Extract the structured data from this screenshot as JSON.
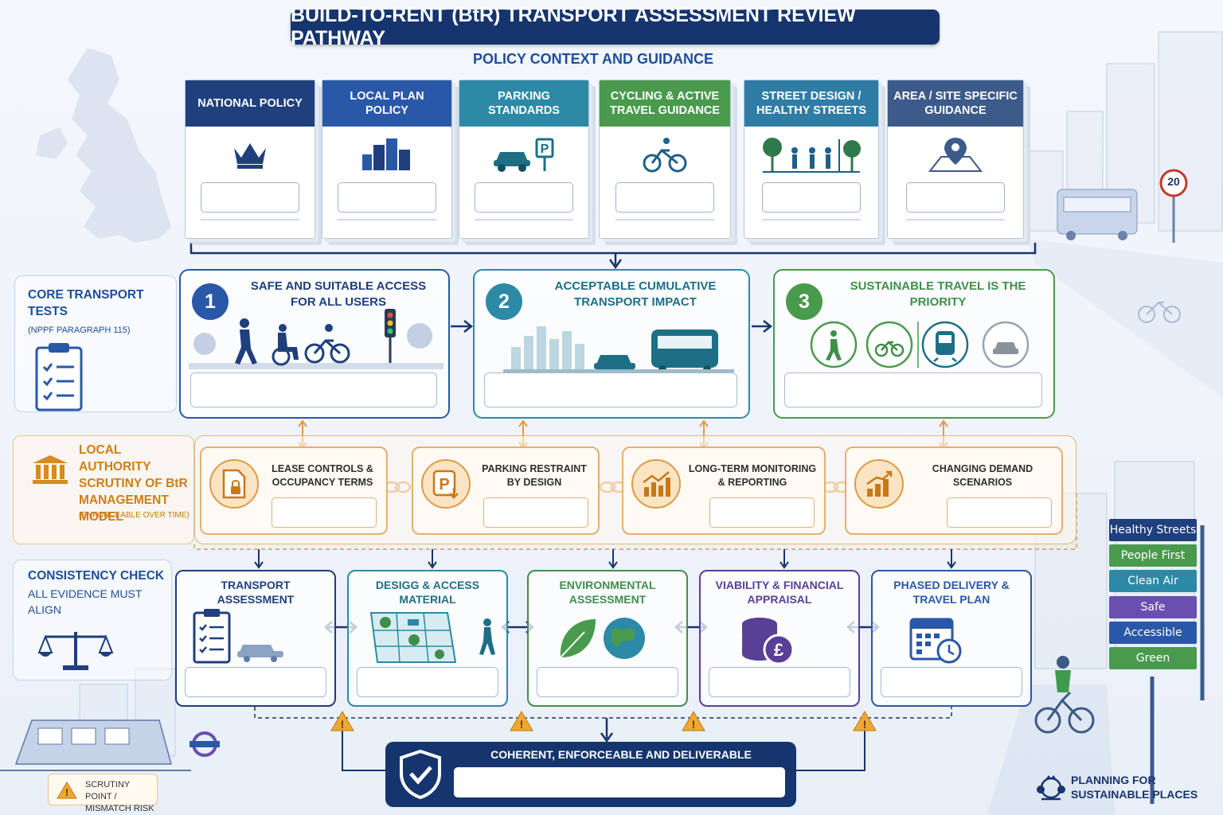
{
  "title": "BUILD-TO-RENT (BtR) TRANSPORT ASSESSMENT REVIEW PATHWAY",
  "subtitle": "POLICY CONTEXT AND GUIDANCE",
  "policy_docs": [
    {
      "label": "NATIONAL POLICY",
      "color": "#1f3f7d",
      "icon": "crown-icon"
    },
    {
      "label": "LOCAL PLAN POLICY",
      "color": "#2a58a8",
      "icon": "city-buildings-icon"
    },
    {
      "label": "PARKING STANDARDS",
      "color": "#2c8aa6",
      "icon": "car-parking-icon"
    },
    {
      "label": "CYCLING & ACTIVE TRAVEL GUIDANCE",
      "color": "#4a9a4e",
      "icon": "cyclist-icon"
    },
    {
      "label": "STREET DESIGN / HEALTHY STREETS",
      "color": "#2f7ca5",
      "icon": "street-people-icon"
    },
    {
      "label": "AREA / SITE SPECIFIC GUIDANCE",
      "color": "#3c5a8a",
      "icon": "location-pin-icon"
    }
  ],
  "core": {
    "label_title": "CORE TRANSPORT TESTS",
    "label_sub": "(NPPF PARAGRAPH 115)",
    "tests": [
      {
        "number": "1",
        "title": "SAFE AND SUITABLE ACCESS FOR ALL USERS",
        "color": "#2a58a8"
      },
      {
        "number": "2",
        "title": "ACCEPTABLE CUMULATIVE TRANSPORT IMPACT",
        "color": "#2c8aa6"
      },
      {
        "number": "3",
        "title": "SUSTAINABLE TRAVEL IS THE PRIORITY",
        "color": "#4a9a4e"
      }
    ]
  },
  "la": {
    "label_title": "LOCAL AUTHORITY SCRUTINY OF BtR MANAGEMENT MODEL",
    "label_sub": "(ENFORCEABLE OVER TIME)",
    "items": [
      {
        "title": "LEASE CONTROLS & OCCUPANCY TERMS",
        "icon": "lease-document-icon"
      },
      {
        "title": "PARKING RESTRAINT BY DESIGN",
        "icon": "parking-restraint-icon"
      },
      {
        "title": "LONG-TERM MONITORING & REPORTING",
        "icon": "monitoring-chart-icon"
      },
      {
        "title": "CHANGING DEMAND SCENARIOS",
        "icon": "demand-chart-icon"
      }
    ]
  },
  "consistency": {
    "label_title": "CONSISTENCY CHECK",
    "label_sub": "ALL EVIDENCE MUST ALIGN",
    "items": [
      {
        "title": "TRANSPORT ASSESSMENT",
        "color": "#1f3f7d"
      },
      {
        "title": "DESIGG & ACCESS MATERIAL",
        "color": "#2c8aa6"
      },
      {
        "title": "ENVIRONMENTAL ASSESSMENT",
        "color": "#3f8f4a"
      },
      {
        "title": "VIABILITY & FINANCIAL APPRAISAL",
        "color": "#5a3f96"
      },
      {
        "title": "PHASED DELIVERY & TRAVEL PLAN",
        "color": "#2a58a8"
      }
    ]
  },
  "result": {
    "title": "COHERENT, ENFORCEABLE AND DELIVERABLE"
  },
  "tags": [
    {
      "label": "Healthy Streets",
      "color": "#1f3f7d"
    },
    {
      "label": "People First",
      "color": "#4a9a4e"
    },
    {
      "label": "Clean Air",
      "color": "#2c8aa6"
    },
    {
      "label": "Safe",
      "color": "#6a4fb0"
    },
    {
      "label": "Accessible",
      "color": "#2a58a8"
    },
    {
      "label": "Green",
      "color": "#4a9a4e"
    }
  ],
  "speed_sign": "20",
  "legend": {
    "text_1": "SCRUTINY POINT /",
    "text_2": "MISMATCH RISK"
  },
  "footer": {
    "line_1": "PLANNING FOR",
    "line_2": "SUSTAINABLE PLACES"
  }
}
